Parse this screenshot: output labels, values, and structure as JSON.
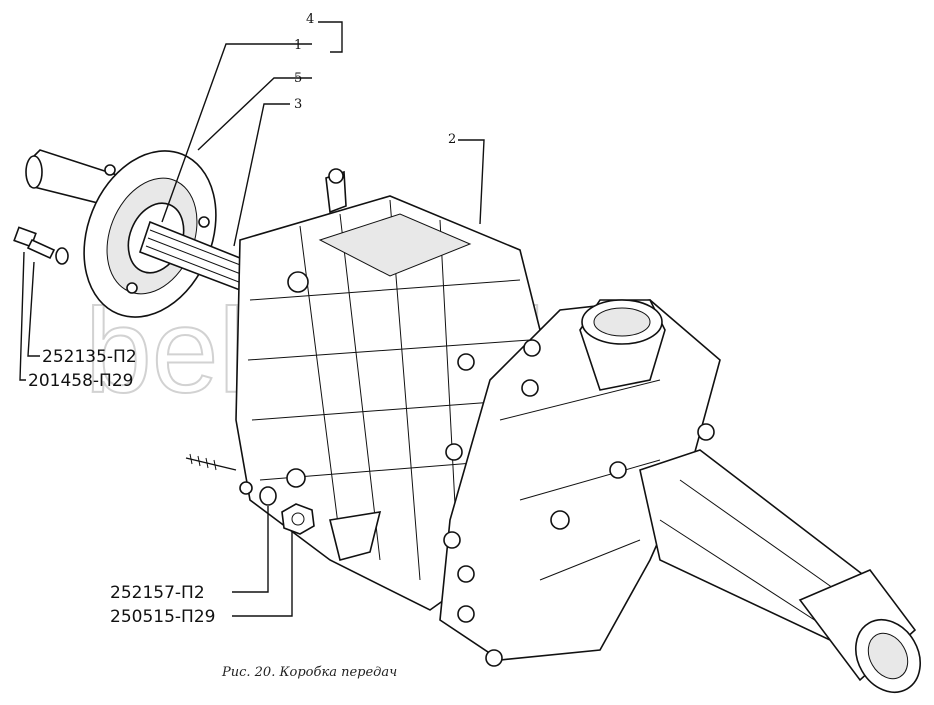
{
  "callouts": {
    "c1": "1",
    "c2": "2",
    "c3": "3",
    "c4": "4",
    "c5": "5"
  },
  "part_numbers": {
    "p1": "252135-П2",
    "p2": "201458-П29",
    "p3": "252157-П2",
    "p4": "250515-П29"
  },
  "caption": "Рис. 20. Коробка передач",
  "watermark": "belarus-l.ru",
  "icons": {
    "gearbox": "gearbox-drawing",
    "bolt": "bolt-icon",
    "washer": "washer-icon",
    "nut": "nut-icon"
  }
}
